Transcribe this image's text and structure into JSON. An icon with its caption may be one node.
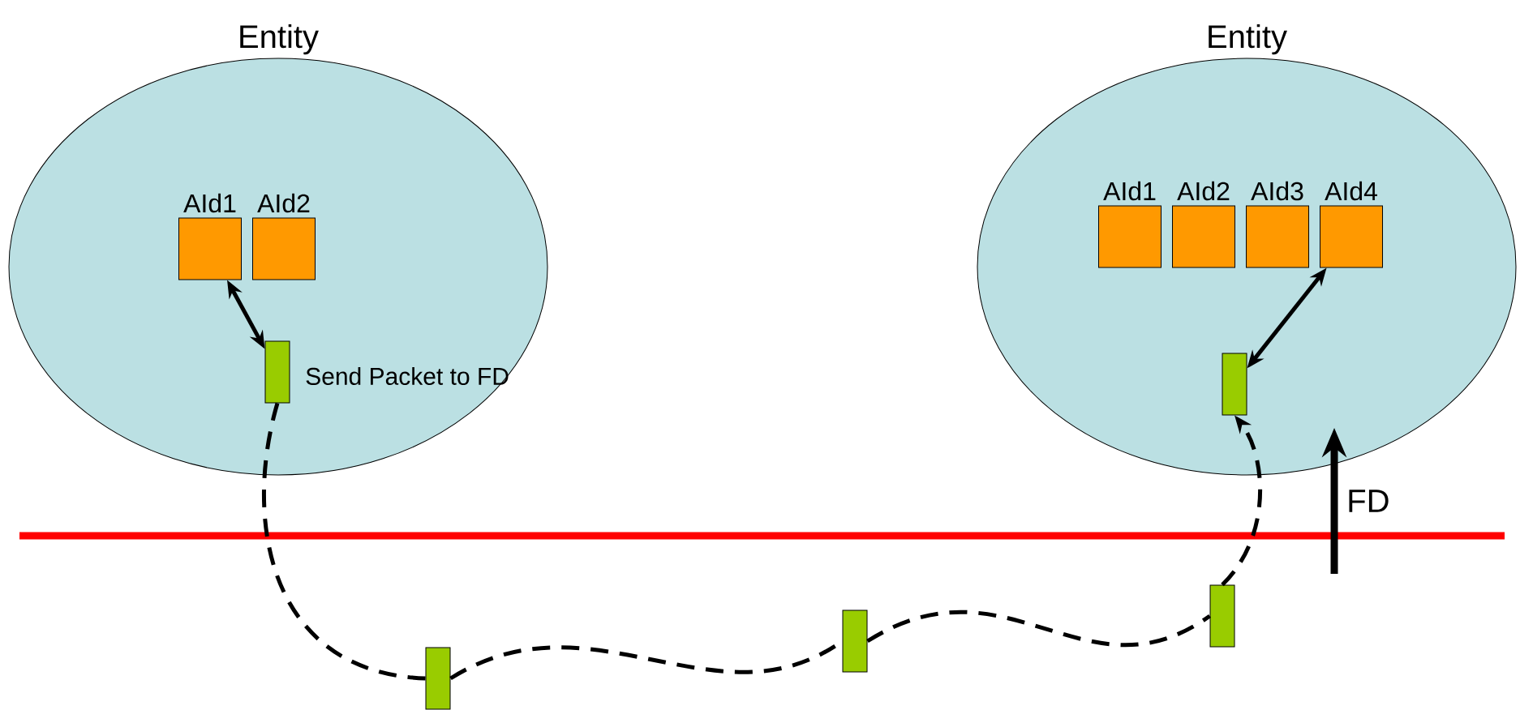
{
  "diagram": {
    "nodes": [
      {
        "text": [
          "Entity"
        ]
      },
      {
        "text": [
          "AId1"
        ],
        "in": 0
      },
      {
        "text": [
          "AId2"
        ],
        "in": 0
      },
      {
        "text": [],
        "shape": "box",
        "in": 0,
        "beside": [
          "Send Packet to FD"
        ]
      },
      {
        "text": [
          "Entity"
        ]
      },
      {
        "text": [
          "AId1"
        ],
        "in": 4
      },
      {
        "text": [
          "AId2"
        ],
        "in": 4
      },
      {
        "text": [
          "AId3"
        ],
        "in": 4
      },
      {
        "text": [
          "AId4"
        ],
        "in": 4
      },
      {
        "text": [],
        "shape": "box",
        "in": 4
      },
      {
        "text": [],
        "shape": "box"
      },
      {
        "text": [],
        "shape": "box"
      },
      {
        "text": [],
        "shape": "box"
      }
    ],
    "edges": [
      {
        "from": 1,
        "to": 3,
        "arrow": "both"
      },
      {
        "from": 8,
        "to": 9,
        "arrow": "both"
      },
      {
        "from": 3,
        "to": 10,
        "arrow": "none",
        "style": "dashed"
      },
      {
        "from": 10,
        "to": 11,
        "arrow": "none",
        "style": "dashed"
      },
      {
        "from": 11,
        "to": 12,
        "arrow": "none",
        "style": "dashed"
      },
      {
        "from": 12,
        "to": 9,
        "arrow": "to",
        "style": "dashed"
      }
    ],
    "labels": [
      "FD"
    ]
  }
}
